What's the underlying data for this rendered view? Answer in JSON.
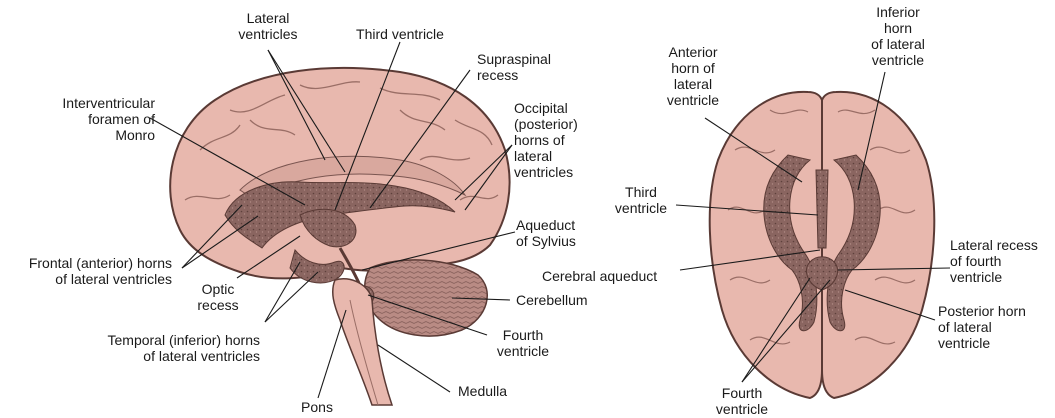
{
  "labels": {
    "lateral_ventricles": "Lateral\nventricles",
    "third_ventricle_sagittal": "Third ventricle",
    "supraspinal_recess": "Supraspinal\nrecess",
    "interventricular_foramen": "Interventricular\nforamen of\nMonro",
    "occipital_horns": "Occipital\n(posterior)\nhorns of\nlateral\nventricles",
    "aqueduct_sylvius": "Aqueduct\nof Sylvius",
    "frontal_horns": "Frontal (anterior) horns\nof lateral ventricles",
    "optic_recess": "Optic\nrecess",
    "cerebellum": "Cerebellum",
    "temporal_horns": "Temporal (inferior) horns\nof lateral ventricles",
    "fourth_ventricle_sagittal": "Fourth\nventricle",
    "medulla": "Medulla",
    "pons": "Pons",
    "inferior_horn": "Inferior\nhorn\nof lateral\nventricle",
    "anterior_horn": "Anterior\nhorn of\nlateral\nventricle",
    "third_ventricle_axial": "Third\nventricle",
    "lateral_recess": "Lateral recess\nof fourth\nventricle",
    "cerebral_aqueduct": "Cerebral aqueduct",
    "posterior_horn": "Posterior horn\nof lateral\nventricle",
    "fourth_ventricle_axial": "Fourth\nventricle"
  },
  "colors": {
    "brain": "#e8b8ae",
    "brain_outline": "#5a3a35",
    "ventricle": "#8a6560",
    "cerebellum": "#b98b84",
    "leader": "#1a1a1a"
  }
}
